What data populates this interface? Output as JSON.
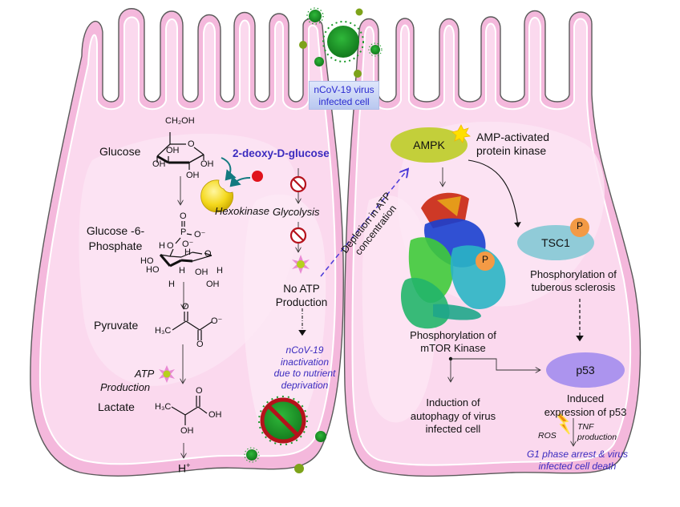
{
  "callout": {
    "line1": "nCoV-19 virus",
    "line2": "infected cell"
  },
  "left_cell": {
    "glucose": "Glucose",
    "glucose6p_line1": "Glucose -6-",
    "glucose6p_line2": "Phosphate",
    "pyruvate": "Pyruvate",
    "atp_prod_line1": "ATP",
    "atp_prod_line2": "Production",
    "lactate": "Lactate",
    "h_plus": "H",
    "h_plus_sup": "+",
    "hexokinase": "Hexokinase",
    "inhibitor": "2-deoxy-D-glucose",
    "glycolysis": "Glycolysis",
    "no_atp_line1": "No ATP",
    "no_atp_line2": "Production",
    "inactivation": [
      "nCoV-19",
      "inactivation",
      "due to nutrient",
      "deprivation"
    ],
    "chem": {
      "ch2oh": "CH₂OH",
      "o": "O",
      "oh": "OH",
      "ho": "HO",
      "h": "H",
      "p": "P",
      "o_minus": "O⁻",
      "h3c": "H₃C"
    }
  },
  "depletion": {
    "line1": "Depletion in ATP",
    "line2": "concentration"
  },
  "right_cell": {
    "ampk": "AMPK",
    "ampk_desc_line1": "AMP-activated",
    "ampk_desc_line2": "protein kinase",
    "tsc1": "TSC1",
    "phospho_badge": "P",
    "tsc1_desc_line1": "Phosphorylation of",
    "tsc1_desc_line2": "tuberous sclerosis",
    "mtor_line1": "Phosphorylation of",
    "mtor_line2": "mTOR Kinase",
    "p53": "p53",
    "autophagy": [
      "Induction of",
      "autophagy of virus",
      "infected cell"
    ],
    "p53_expr_line1": "Induced",
    "p53_expr_line2": "expression of p53",
    "ros": "ROS",
    "tnf_line1": "TNF",
    "tnf_line2": "production",
    "outcome_line1": "G1 phase arrest & virus",
    "outcome_line2": "infected cell death"
  },
  "colors": {
    "cell_fill": "#f8c8e6",
    "cell_inner": "#fbd9ee",
    "cell_border": "#5a5a5a",
    "ampk": "#c3cf3a",
    "tsc1": "#90cbd8",
    "p53": "#ac94ee",
    "phospho": "#f39a45",
    "virus": "#1c9a2a",
    "italic_blue": "#3b2bbf",
    "inhibitor_red": "#e0121b",
    "hexokinase_yellow": "#f4d81c"
  }
}
